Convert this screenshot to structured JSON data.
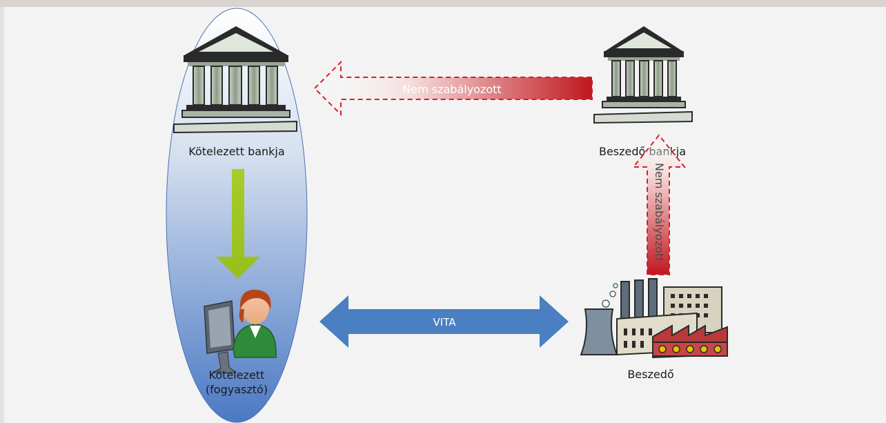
{
  "diagram": {
    "nodes": {
      "debtor_bank": {
        "label": "Kötelezett bankja",
        "icon": "bank-building-icon"
      },
      "creditor_bank": {
        "label": "Beszedő bankja",
        "icon": "bank-building-icon"
      },
      "debtor": {
        "label_line1": "Kötelezett",
        "label_line2": "(fogyasztó)",
        "icon": "person-at-computer-icon"
      },
      "creditor": {
        "label": "Beszedő",
        "icon": "factory-icon"
      }
    },
    "arrows": {
      "top": {
        "label": "Nem szabályozott",
        "style": "dashed",
        "color": "#c0171f"
      },
      "vertical": {
        "label": "Nem szabályozott",
        "style": "dashed",
        "color": "#c0171f"
      },
      "dispute": {
        "label": "VITA",
        "color": "#4a7fc1"
      },
      "down": {
        "color": "#9ac31c"
      }
    },
    "colors": {
      "ellipse_top": "#ffffff",
      "ellipse_bottom": "#4b79c4"
    }
  }
}
